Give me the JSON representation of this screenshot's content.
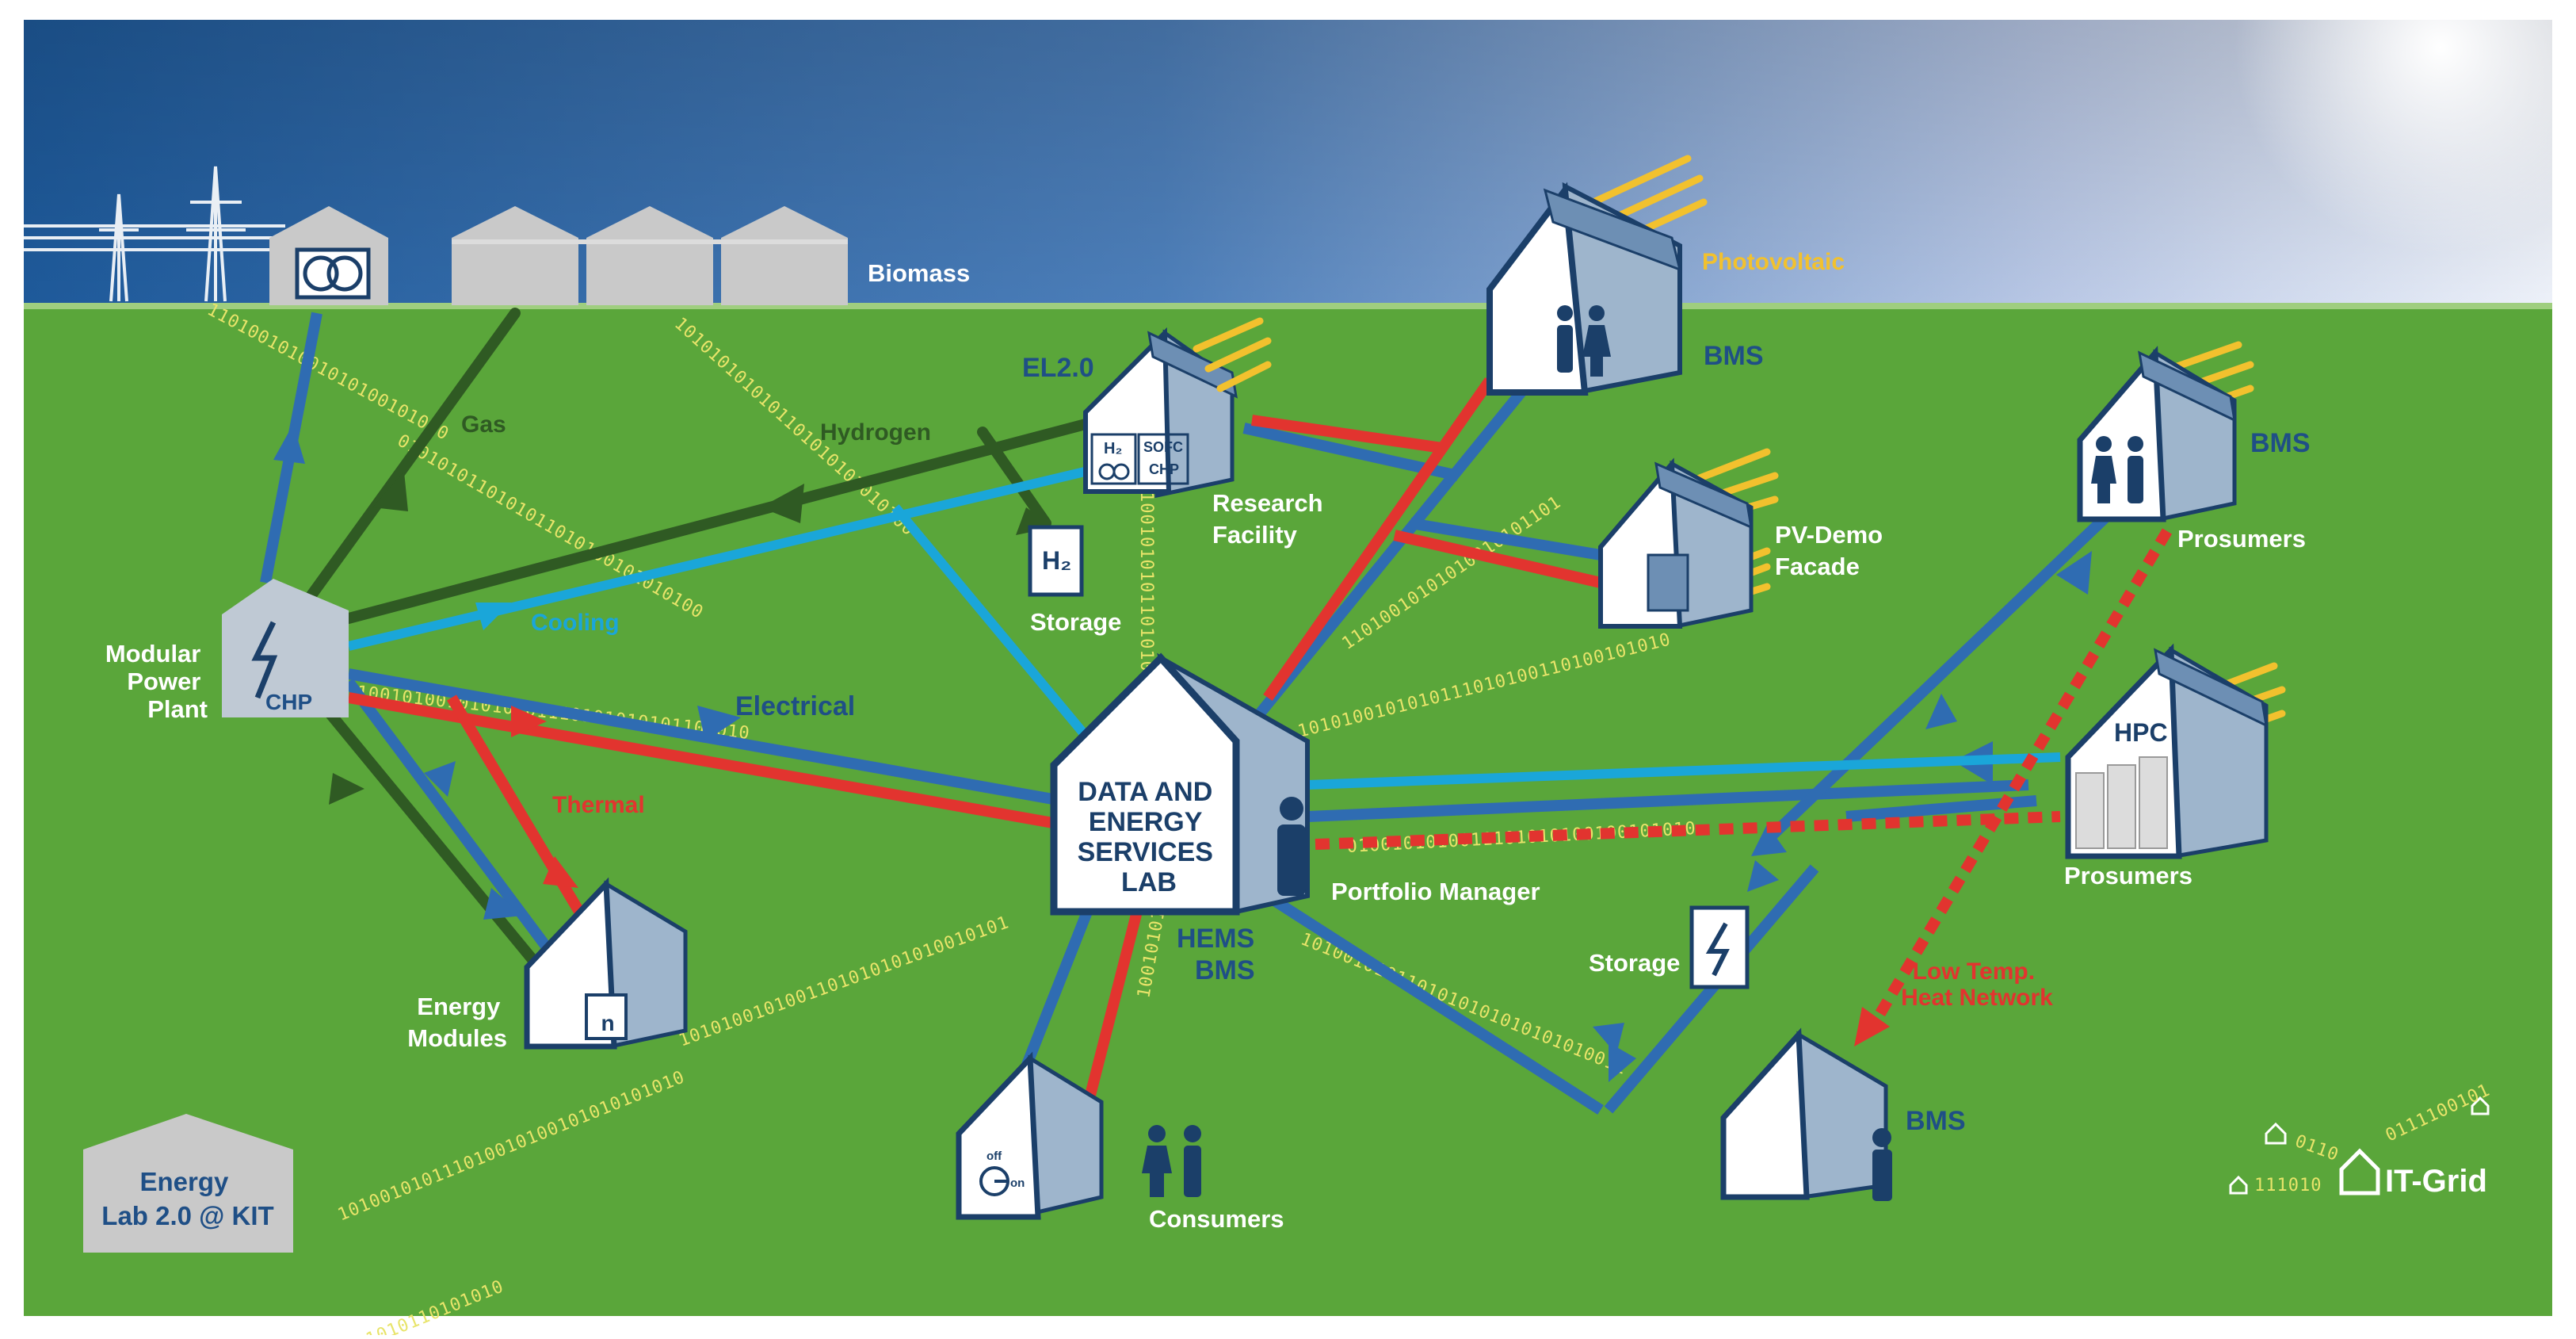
{
  "diagram": {
    "nodes": {
      "biomass": "Biomass",
      "photovoltaic": "Photovoltaic",
      "bms_top": "BMS",
      "bms_right": "BMS",
      "bms_bottom": "BMS",
      "el20": "EL2.0",
      "h2_in_building": "H₂",
      "sofc": "SOFC",
      "chp_in_building": "CHP",
      "research_facility": [
        "Research",
        "Facility"
      ],
      "h2_storage_symbol": "H₂",
      "h2_storage_label": "Storage",
      "pv_demo": [
        "PV-Demo",
        "Facade"
      ],
      "prosumers_top": "Prosumers",
      "prosumers_hpc": "Prosumers",
      "hpc": "HPC",
      "modular_power_plant": [
        "Modular",
        "Power",
        "Plant"
      ],
      "chp": "CHP",
      "data_energy_lab": [
        "DATA AND",
        "ENERGY",
        "SERVICES",
        "LAB"
      ],
      "portfolio_manager": "Portfolio Manager",
      "hems_bms": [
        "HEMS",
        "BMS"
      ],
      "energy_modules": [
        "Energy",
        "Modules"
      ],
      "energy_modules_symbol": "n",
      "storage_elec": "Storage",
      "consumers": "Consumers",
      "switch_off": "off",
      "switch_on": "on",
      "energy_lab_kit": [
        "Energy",
        "Lab 2.0 @ KIT"
      ],
      "it_grid": "IT-Grid"
    },
    "flows": {
      "gas": "Gas",
      "hydrogen": "Hydrogen",
      "cooling": "Cooling",
      "electrical": "Electrical",
      "thermal": "Thermal",
      "low_temp_heat": [
        "Low Temp.",
        "Heat Network"
      ]
    },
    "bit_strings": {
      "a": "110100101001010100101010",
      "b": "1010101010101101010101010100",
      "c": "0101010110101011010100101010100",
      "d": "10010100101010101110101010101101010",
      "e": "1010100101001101010101010010101",
      "f": "101001010111010010100101010101010",
      "g": "1010100101010111010100110100101010",
      "h": "0100101010011101010100100101010",
      "i": "10010101011010101010",
      "j": "1010010101101010101010101010011",
      "k": "11010010101010010101101",
      "l": "010010101010110101010",
      "it1": "0110",
      "it2": "111010",
      "it3": "0111100101"
    },
    "colors": {
      "sky_top": "#1f5d9e",
      "sky_bottom": "#cfd9ee",
      "grass": "#5aa63a",
      "electrical": "#2f6cb2",
      "gas": "#2f5a23",
      "cooling": "#1aa6d9",
      "thermal": "#e2342f",
      "photovoltaic": "#f2c12e",
      "building_side": "#9eb5cc",
      "building_outline": "#1b3f69"
    }
  }
}
